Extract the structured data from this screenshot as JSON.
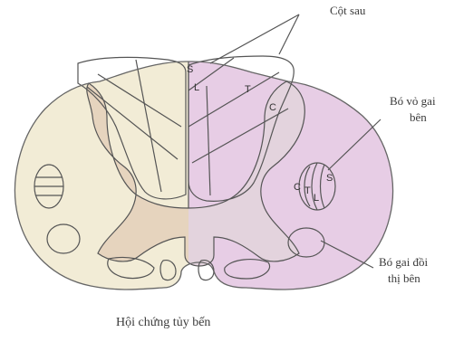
{
  "colors": {
    "left_white_matter": "#f2ecd6",
    "right_white_matter": "#e7cde5",
    "left_gray_matter": "#e6d4be",
    "right_gray_matter": "#e3d3dd",
    "outline": "#666666"
  },
  "labels": {
    "cot_sau": "Cột sau",
    "bo_vo_gai_1": "Bó vỏ gai",
    "bo_vo_gai_2": "bên",
    "bo_gai_doi_1": "Bó gai đồi",
    "bo_gai_doi_2": "thị bên",
    "caption": "Hội chứng tủy bến"
  },
  "segment_letters": {
    "dorsal_s": "S",
    "dorsal_l": "L",
    "dorsal_t": "T",
    "dorsal_c": "C",
    "lateral_c": "C",
    "lateral_t": "T",
    "lateral_l": "L",
    "lateral_s": "S"
  }
}
